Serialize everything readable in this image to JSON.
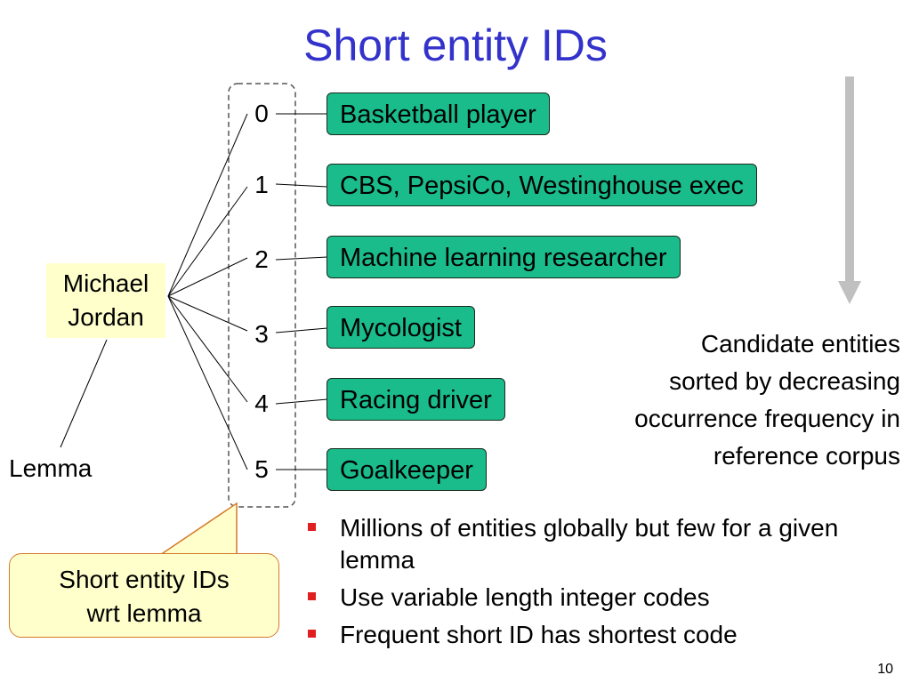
{
  "title": "Short entity IDs",
  "lemma": {
    "name_line1": "Michael",
    "name_line2": "Jordan",
    "label": "Lemma"
  },
  "ids": [
    "0",
    "1",
    "2",
    "3",
    "4",
    "5"
  ],
  "entities": [
    "Basketball player",
    "CBS, PepsiCo, Westinghouse exec",
    "Machine learning researcher",
    "Mycologist",
    "Racing driver",
    "Goalkeeper"
  ],
  "callout": {
    "line1": "Short entity IDs",
    "line2": "wrt lemma"
  },
  "sorted_note": {
    "line1": "Candidate entities",
    "line2": "sorted by decreasing",
    "line3": "occurrence frequency in",
    "line4": "reference corpus"
  },
  "bullets": [
    "Millions of entities globally but few for a given lemma",
    "Use variable length integer codes",
    "Frequent short ID has shortest code"
  ],
  "page_number": "10",
  "colors": {
    "title": "#3333cc",
    "entity_fill": "#1abc8c",
    "lemma_fill": "#ffffcc",
    "callout_border": "#d47a2a",
    "bullet": "#e02020",
    "arrow": "#c0c0c0"
  }
}
